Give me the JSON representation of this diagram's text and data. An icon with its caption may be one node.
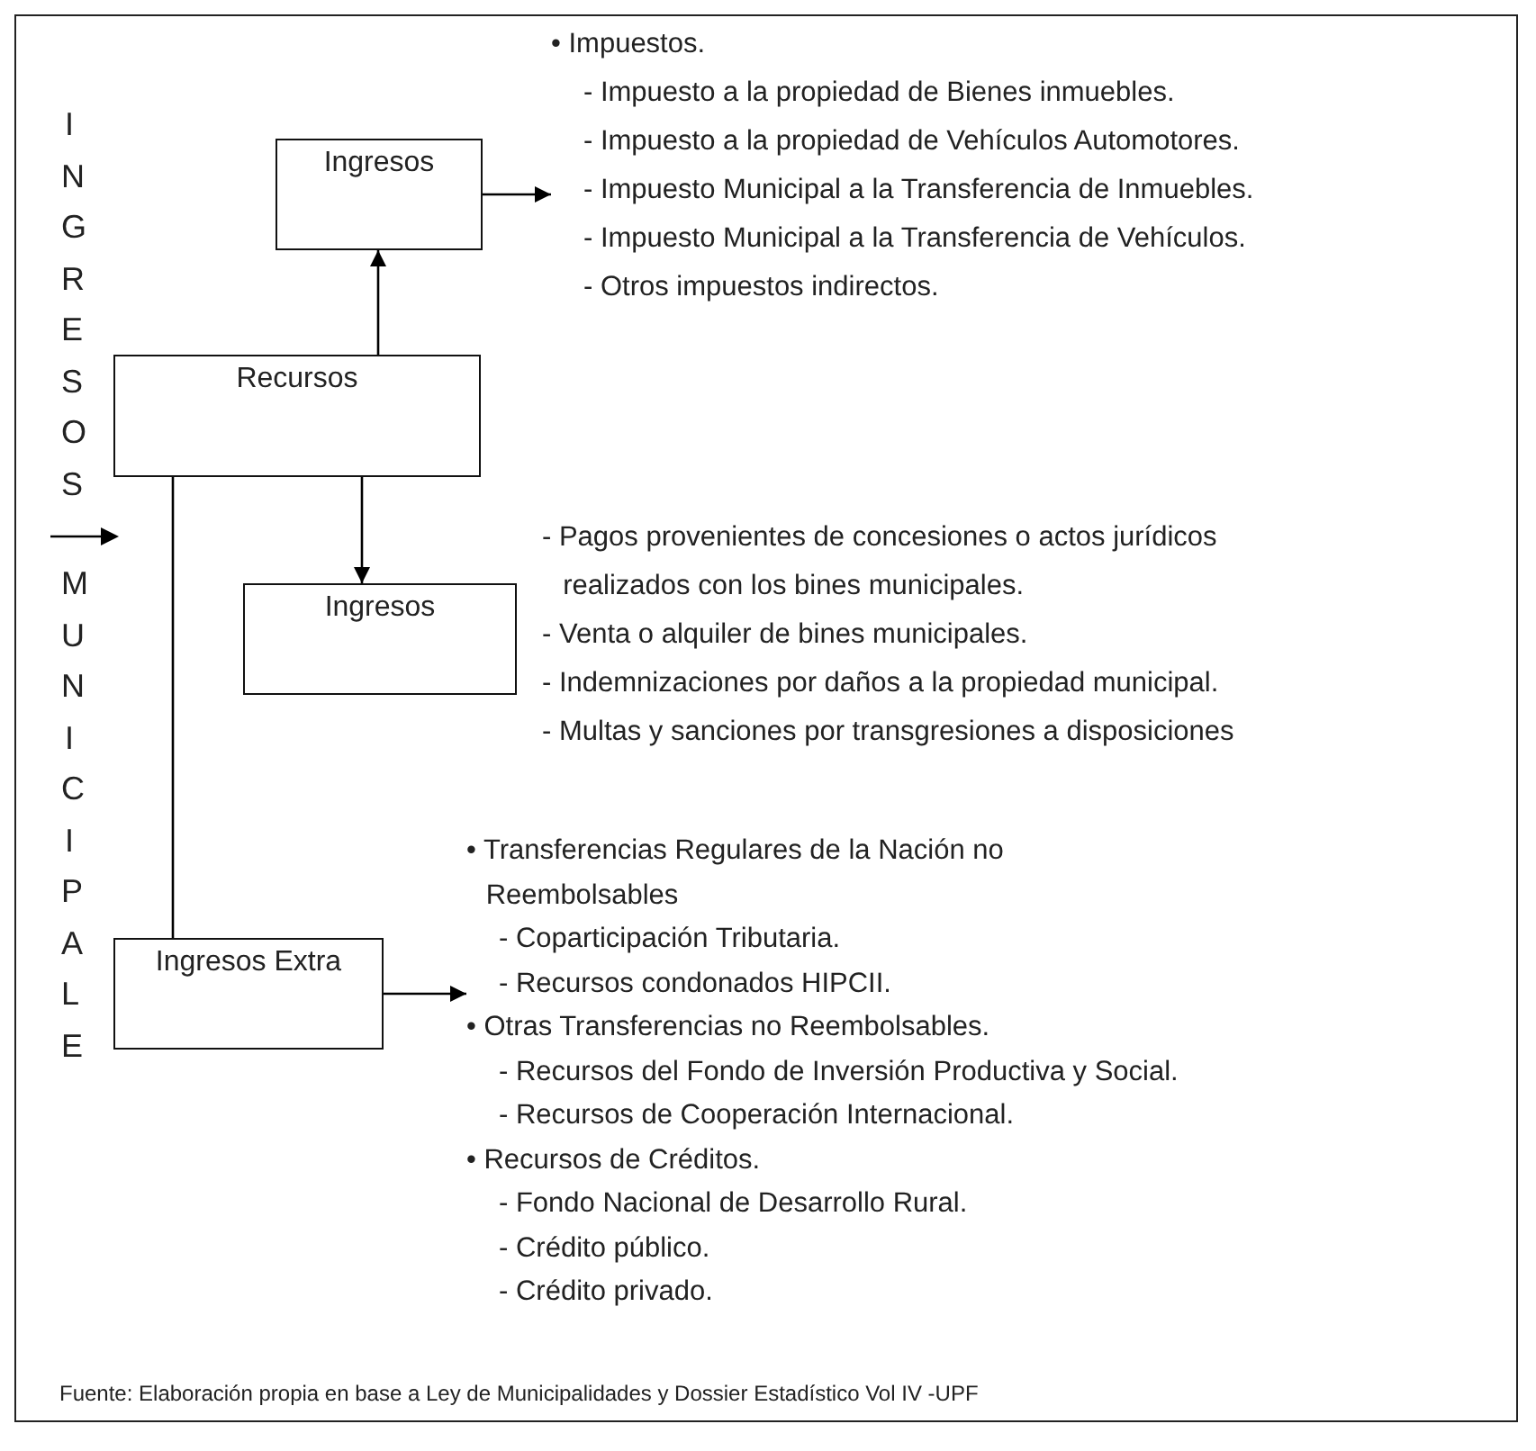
{
  "diagram": {
    "caption": "Fuente: Elaboración propia en base a Ley de Municipalidades y Dossier Estadístico Vol IV -UPF",
    "nodes": [
      {
        "text": [
          "Ingresos"
        ]
      },
      {
        "text": [
          "Recursos"
        ]
      },
      {
        "text": [
          "Ingresos"
        ]
      },
      {
        "text": [
          "Ingresos Extra"
        ]
      },
      {
        "text": [
          "• Impuestos.",
          "- Impuesto a la propiedad de Bienes inmuebles.",
          "- Impuesto a la propiedad de Vehículos Automotores.",
          "- Impuesto Municipal a la Transferencia de Inmuebles.",
          "- Impuesto Municipal a la Transferencia de Vehículos.",
          "- Otros impuestos indirectos."
        ]
      },
      {
        "text": [
          "• Transferencias Regulares de la Nación no Reembolsables",
          "- Coparticipación Tributaria.",
          "- Recursos condonados HIPCII.",
          "• Otras Transferencias no Reembolsables.",
          "- Recursos del Fondo de Inversión Productiva y Social.",
          "- Recursos de Cooperación Internacional.",
          "• Recursos de Créditos.",
          "- Fondo Nacional de Desarrollo Rural.",
          "- Crédito público.",
          "- Crédito privado."
        ]
      }
    ],
    "edges": [
      {
        "from": 1,
        "to": 0,
        "arrow": "to"
      },
      {
        "from": 1,
        "to": 2,
        "arrow": "to"
      },
      {
        "from": 1,
        "to": 3,
        "arrow": "none"
      },
      {
        "from": 0,
        "to": 4,
        "arrow": "to"
      },
      {
        "from": 3,
        "to": 5,
        "arrow": "to"
      }
    ],
    "labels": [
      "INGRESOS",
      "MUNICIPALE",
      "- Pagos provenientes de concesiones o actos jurídicos realizados con los bines municipales.",
      "- Venta o alquiler de bines municipales.",
      "- Indemnizaciones por daños a la propiedad municipal.",
      "- Multas y sanciones por transgresiones a disposiciones"
    ]
  }
}
